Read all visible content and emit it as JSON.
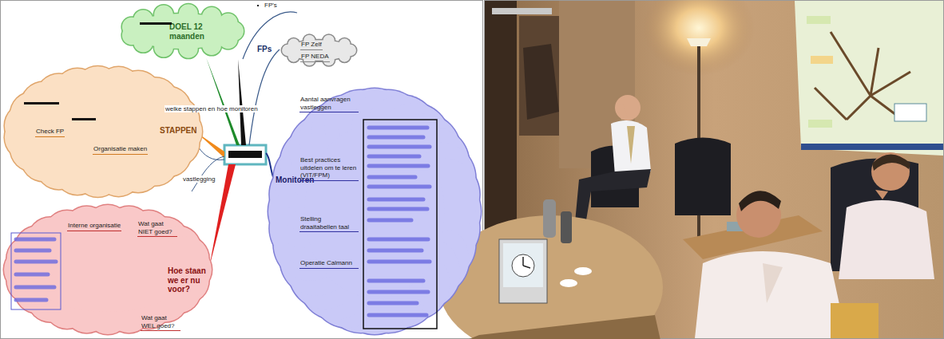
{
  "diagram": {
    "nodes": [
      {
        "text": [
          "DOEL 12 maanden"
        ]
      },
      {
        "text": [
          "FPs"
        ]
      },
      {
        "text": [
          "FP Zelf"
        ],
        "in": 1
      },
      {
        "text": [
          "FP NEDA"
        ],
        "in": 1
      },
      {
        "text": [
          "STAPPEN"
        ]
      },
      {
        "text": [
          "Check FP"
        ],
        "in": 4
      },
      {
        "text": [
          "Organisatie maken"
        ],
        "in": 4
      },
      {
        "text": [
          "Hoe staan we er nu voor?"
        ]
      },
      {
        "text": [
          "Wat gaat NIET goed?"
        ],
        "in": 7
      },
      {
        "text": [
          "Interne organisatie"
        ],
        "in": 7
      },
      {
        "text": [
          "Wat gaat WEL goed?"
        ],
        "in": 7
      },
      {
        "text": [
          "Monitoren"
        ]
      },
      {
        "text": [
          "Aantal aanvragen vastleggen"
        ],
        "in": 11
      },
      {
        "text": [
          "Best practices uitdelen om te leren (VIT/FPM)"
        ],
        "in": 11
      },
      {
        "text": [
          "Stelling draaitabellen taal"
        ],
        "in": 11
      },
      {
        "text": [
          "Operatie Calmann"
        ],
        "in": 11
      }
    ],
    "edges": [
      {
        "from": 8,
        "to": 9,
        "arrow": "none"
      }
    ],
    "labels": [
      "FP's",
      "welke stappen en hoe monitoren",
      "vastlegging"
    ]
  }
}
